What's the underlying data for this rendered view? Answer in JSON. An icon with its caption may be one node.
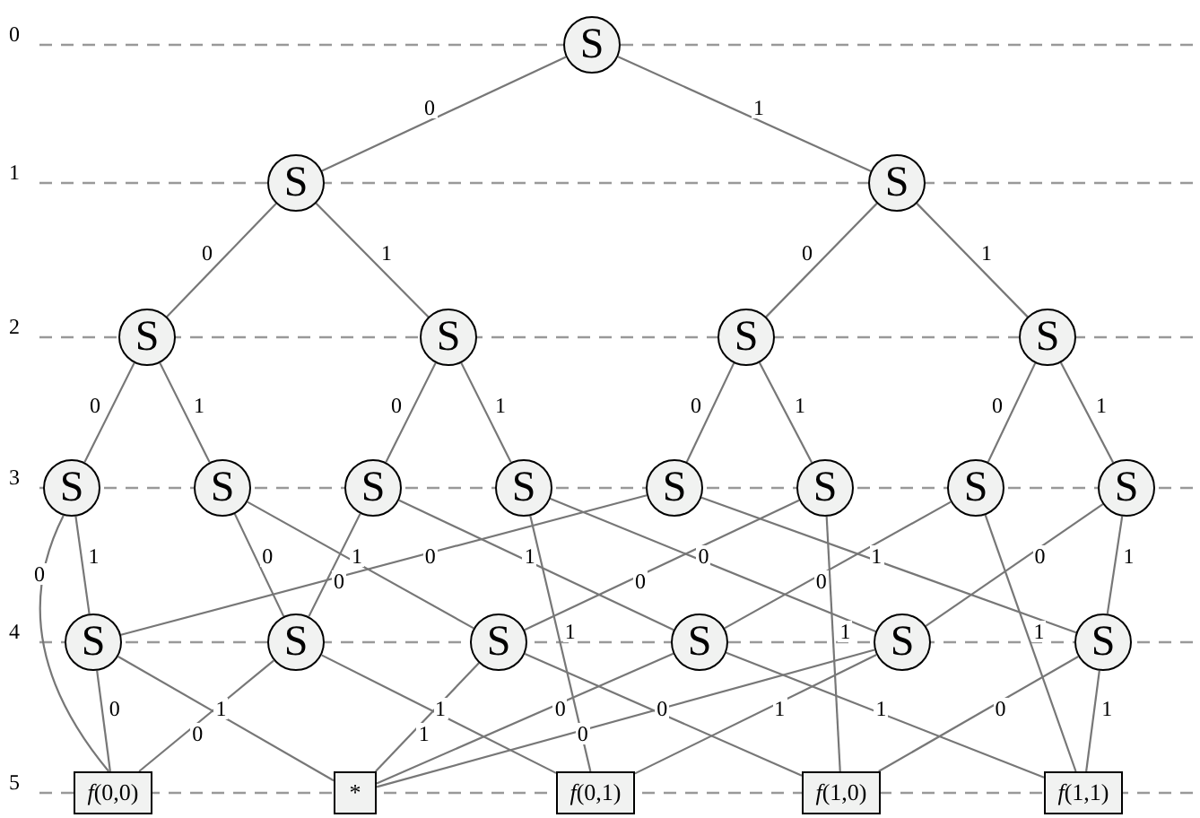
{
  "diagram": {
    "nodes": [
      {
        "text": [
          "S"
        ]
      },
      {
        "text": [
          "S"
        ]
      },
      {
        "text": [
          "S"
        ]
      },
      {
        "text": [
          "S"
        ]
      },
      {
        "text": [
          "S"
        ]
      },
      {
        "text": [
          "S"
        ]
      },
      {
        "text": [
          "S"
        ]
      },
      {
        "text": [
          "S"
        ]
      },
      {
        "text": [
          "S"
        ]
      },
      {
        "text": [
          "S"
        ]
      },
      {
        "text": [
          "S"
        ]
      },
      {
        "text": [
          "S"
        ]
      },
      {
        "text": [
          "S"
        ]
      },
      {
        "text": [
          "S"
        ]
      },
      {
        "text": [
          "S"
        ]
      },
      {
        "text": [
          "S"
        ]
      },
      {
        "text": [
          "S"
        ]
      },
      {
        "text": [
          "S"
        ]
      },
      {
        "text": [
          "S"
        ]
      },
      {
        "text": [
          "S"
        ]
      },
      {
        "text": [
          "S"
        ]
      },
      {
        "text": [
          "*f*(0,0)"
        ]
      },
      {
        "text": [
          "*"
        ]
      },
      {
        "text": [
          "*f*(0,1)"
        ]
      },
      {
        "text": [
          "*f*(1,0)"
        ]
      },
      {
        "text": [
          "*f*(1,1)"
        ]
      }
    ],
    "edges": [
      {
        "from": 0,
        "to": 1,
        "arrow": "none",
        "label": "0"
      },
      {
        "from": 0,
        "to": 2,
        "arrow": "none",
        "label": "1"
      },
      {
        "from": 1,
        "to": 3,
        "arrow": "none",
        "label": "0"
      },
      {
        "from": 1,
        "to": 4,
        "arrow": "none",
        "label": "1"
      },
      {
        "from": 2,
        "to": 5,
        "arrow": "none",
        "label": "0"
      },
      {
        "from": 2,
        "to": 6,
        "arrow": "none",
        "label": "1"
      },
      {
        "from": 3,
        "to": 7,
        "arrow": "none",
        "label": "0"
      },
      {
        "from": 3,
        "to": 8,
        "arrow": "none",
        "label": "1"
      },
      {
        "from": 4,
        "to": 9,
        "arrow": "none",
        "label": "0"
      },
      {
        "from": 4,
        "to": 10,
        "arrow": "none",
        "label": "1"
      },
      {
        "from": 5,
        "to": 11,
        "arrow": "none",
        "label": "0"
      },
      {
        "from": 5,
        "to": 12,
        "arrow": "none",
        "label": "1"
      },
      {
        "from": 6,
        "to": 13,
        "arrow": "none",
        "label": "0"
      },
      {
        "from": 6,
        "to": 14,
        "arrow": "none",
        "label": "1"
      },
      {
        "from": 7,
        "to": 21,
        "arrow": "none",
        "label": "0"
      },
      {
        "from": 7,
        "to": 15,
        "arrow": "none",
        "label": "1"
      },
      {
        "from": 8,
        "to": 16,
        "arrow": "none",
        "label": "0"
      },
      {
        "from": 8,
        "to": 17,
        "arrow": "none",
        "label": "1"
      },
      {
        "from": 9,
        "to": 16,
        "arrow": "none",
        "label": "0"
      },
      {
        "from": 9,
        "to": 18,
        "arrow": "none",
        "label": "1"
      },
      {
        "from": 10,
        "to": 19,
        "arrow": "none",
        "label": "0"
      },
      {
        "from": 10,
        "to": 23,
        "arrow": "none",
        "label": "1"
      },
      {
        "from": 11,
        "to": 15,
        "arrow": "none",
        "label": "0"
      },
      {
        "from": 11,
        "to": 20,
        "arrow": "none",
        "label": "1"
      },
      {
        "from": 12,
        "to": 17,
        "arrow": "none",
        "label": "0"
      },
      {
        "from": 12,
        "to": 24,
        "arrow": "none",
        "label": "1"
      },
      {
        "from": 13,
        "to": 18,
        "arrow": "none",
        "label": "0"
      },
      {
        "from": 13,
        "to": 25,
        "arrow": "none",
        "label": "1"
      },
      {
        "from": 14,
        "to": 19,
        "arrow": "none",
        "label": "0"
      },
      {
        "from": 14,
        "to": 20,
        "arrow": "none",
        "label": "1"
      },
      {
        "from": 15,
        "to": 21,
        "arrow": "none",
        "label": "0"
      },
      {
        "from": 15,
        "to": 22,
        "arrow": "none",
        "label": "1"
      },
      {
        "from": 16,
        "to": 21,
        "arrow": "none",
        "label": "0"
      },
      {
        "from": 16,
        "to": 23,
        "arrow": "none",
        "label": "1"
      },
      {
        "from": 17,
        "to": 24,
        "arrow": "none",
        "label": "0"
      },
      {
        "from": 17,
        "to": 22,
        "arrow": "none",
        "label": "1"
      },
      {
        "from": 18,
        "to": 22,
        "arrow": "none",
        "label": "0"
      },
      {
        "from": 18,
        "to": 25,
        "arrow": "none",
        "label": "1"
      },
      {
        "from": 19,
        "to": 22,
        "arrow": "none",
        "label": "0"
      },
      {
        "from": 19,
        "to": 23,
        "arrow": "none",
        "label": "1"
      },
      {
        "from": 20,
        "to": 24,
        "arrow": "none",
        "label": "0"
      },
      {
        "from": 20,
        "to": 25,
        "arrow": "none",
        "label": "1"
      }
    ],
    "labels": [
      "0",
      "1",
      "2",
      "3",
      "4",
      "5"
    ]
  }
}
